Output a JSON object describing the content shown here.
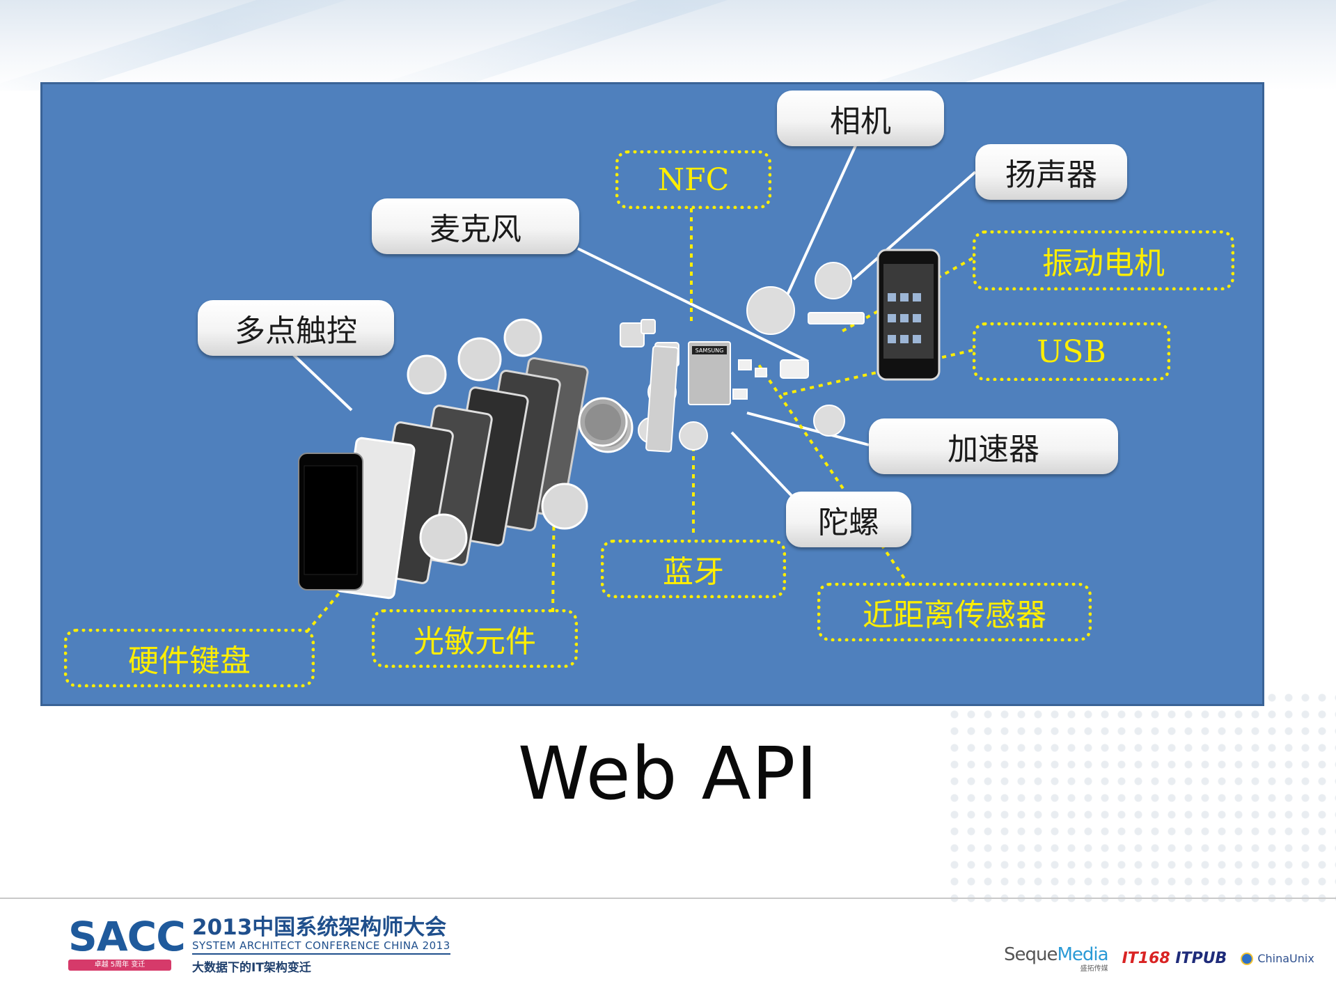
{
  "slide": {
    "title": "Web API"
  },
  "diagram": {
    "callouts": [
      {
        "id": "camera",
        "text": "相机"
      },
      {
        "id": "speaker",
        "text": "扬声器"
      },
      {
        "id": "microphone",
        "text": "麦克风"
      },
      {
        "id": "multitouch",
        "text": "多点触控"
      },
      {
        "id": "accelerometer",
        "text": "加速器"
      },
      {
        "id": "gyroscope",
        "text": "陀螺"
      }
    ],
    "dashed_callouts": [
      {
        "id": "nfc",
        "text": "NFC"
      },
      {
        "id": "vibration",
        "text": "振动电机"
      },
      {
        "id": "usb",
        "text": "USB"
      },
      {
        "id": "bluetooth",
        "text": "蓝牙"
      },
      {
        "id": "proximity",
        "text": "近距离传感器"
      },
      {
        "id": "light",
        "text": "光敏元件"
      },
      {
        "id": "keyboard",
        "text": "硬件键盘"
      }
    ],
    "component_brand": "SAMSUNG"
  },
  "footer": {
    "sacc_logo": "SACC",
    "sacc_tagline": "卓越 5周年 变迁",
    "conference_title": "2013中国系统架构师大会",
    "conference_subtitle": "SYSTEM ARCHITECT CONFERENCE CHINA 2013",
    "conference_theme": "大数据下的IT架构变迁",
    "sponsor_seque": "Seque",
    "sponsor_media": "Media",
    "sponsor_seque_cn": "盛拓传媒",
    "sponsor_it168": "IT168",
    "sponsor_itpub": "ITPUB",
    "sponsor_chinaunix": "ChinaUnix"
  },
  "colors": {
    "panel": "#4f80bd",
    "dashed": "#ffee00",
    "title": "#0a0a0a",
    "brand": "#1f5a9c"
  }
}
